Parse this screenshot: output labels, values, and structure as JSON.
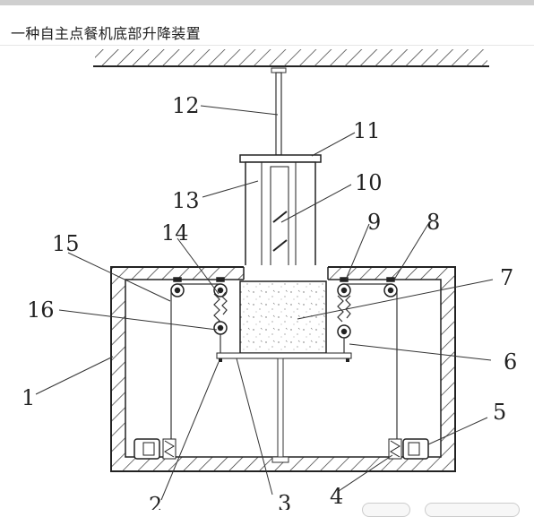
{
  "title": "一种自主点餐机底部升降装置",
  "labels": {
    "n1": "1",
    "n2": "2",
    "n3": "3",
    "n4": "4",
    "n5": "5",
    "n6": "6",
    "n7": "7",
    "n8": "8",
    "n9": "9",
    "n10": "10",
    "n11": "11",
    "n12": "12",
    "n13": "13",
    "n14": "14",
    "n15": "15",
    "n16": "16"
  }
}
